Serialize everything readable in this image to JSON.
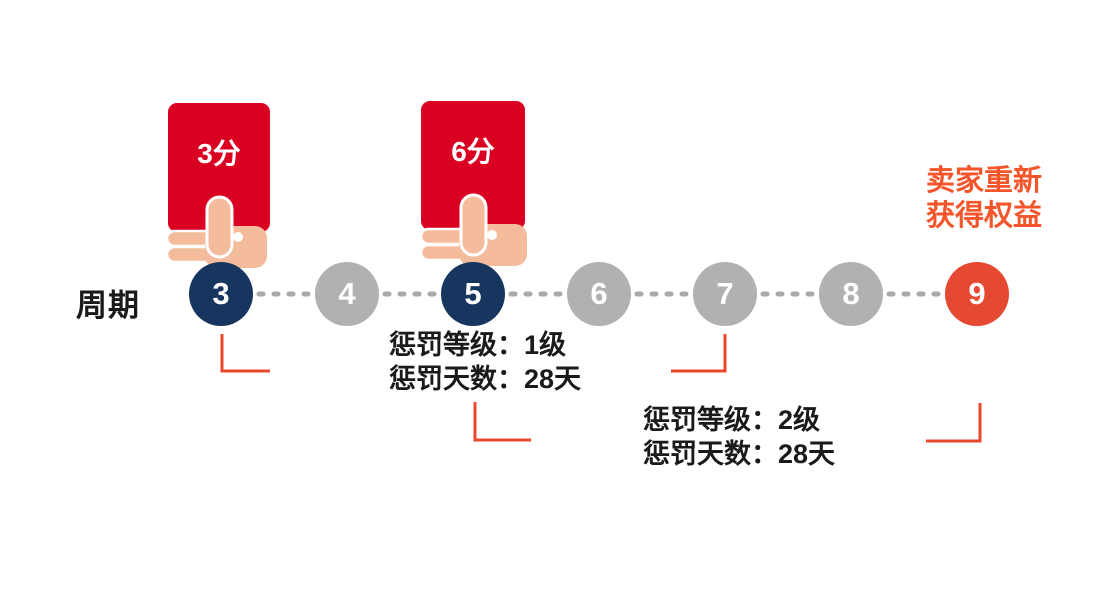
{
  "colors": {
    "card_red": "#D90021",
    "navy": "#17365F",
    "gray": "#B1B1B3",
    "orange_circle": "#E54931",
    "accent_orange": "#F4552B",
    "bracket_orange": "#E8492C",
    "skin": "#F4BC9C",
    "text_black": "#1A1A1A",
    "dash_gray": "#A9A9AB"
  },
  "timeline": {
    "axis_label": "周期",
    "nodes": [
      {
        "value": "3",
        "state": "penalty-start"
      },
      {
        "value": "4",
        "state": "inactive"
      },
      {
        "value": "5",
        "state": "penalty-start"
      },
      {
        "value": "6",
        "state": "inactive"
      },
      {
        "value": "7",
        "state": "inactive"
      },
      {
        "value": "8",
        "state": "inactive"
      },
      {
        "value": "9",
        "state": "recovery"
      }
    ]
  },
  "cards": [
    {
      "label": "3分",
      "at_node": "3"
    },
    {
      "label": "6分",
      "at_node": "5"
    }
  ],
  "annotations": {
    "penalty1": {
      "line1": "惩罚等级：1级",
      "line2": "惩罚天数：28天"
    },
    "penalty2": {
      "line1": "惩罚等级：2级",
      "line2": "惩罚天数：28天"
    },
    "recovery": {
      "line1": "卖家重新",
      "line2": "获得权益"
    }
  }
}
